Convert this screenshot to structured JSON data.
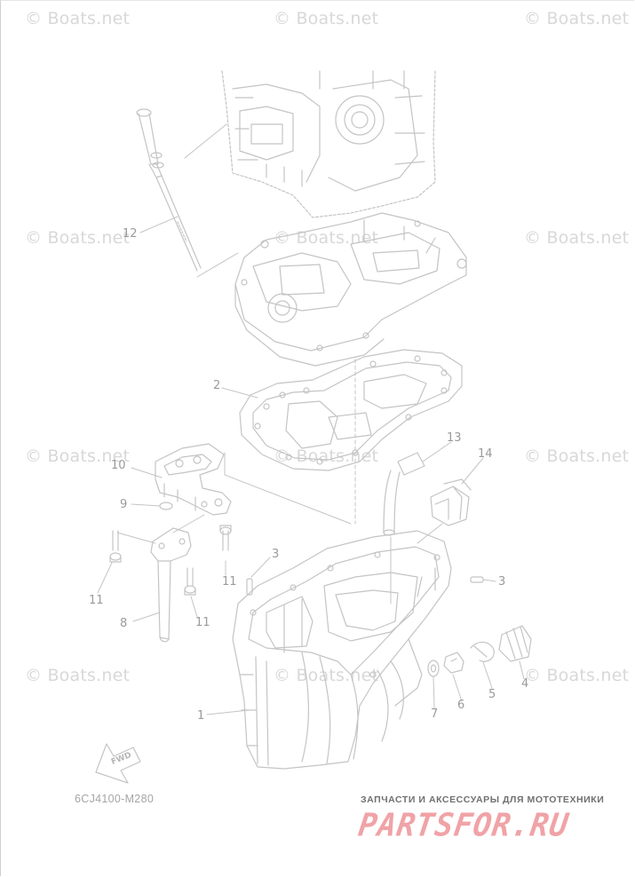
{
  "watermarks": [
    "© Boats.net",
    "© Boats.net",
    "© Boats.net",
    "© Boats.net",
    "© Boats.net",
    "© Boats.net",
    "© Boats.net",
    "© Boats.net",
    "© Boats.net",
    "© Boats.net",
    "© Boats.net",
    "© Boats.net"
  ],
  "callouts": [
    "12",
    "2",
    "13",
    "14",
    "10",
    "9",
    "3",
    "11",
    "11",
    "11",
    "3",
    "8",
    "1",
    "7",
    "6",
    "5",
    "4"
  ],
  "fwd_label": "FWD",
  "diagram_code": "6CJ4100-M280",
  "brand": {
    "tagline": "ЗАПЧАСТИ И АКСЕССУАРЫ ДЛЯ МОТОТЕХНИКИ",
    "logo": "PARTSFOR.RU"
  },
  "colors": {
    "line": "#c4c4c4",
    "watermark": "#d8d8d8",
    "logo": "#f0a3a7"
  }
}
